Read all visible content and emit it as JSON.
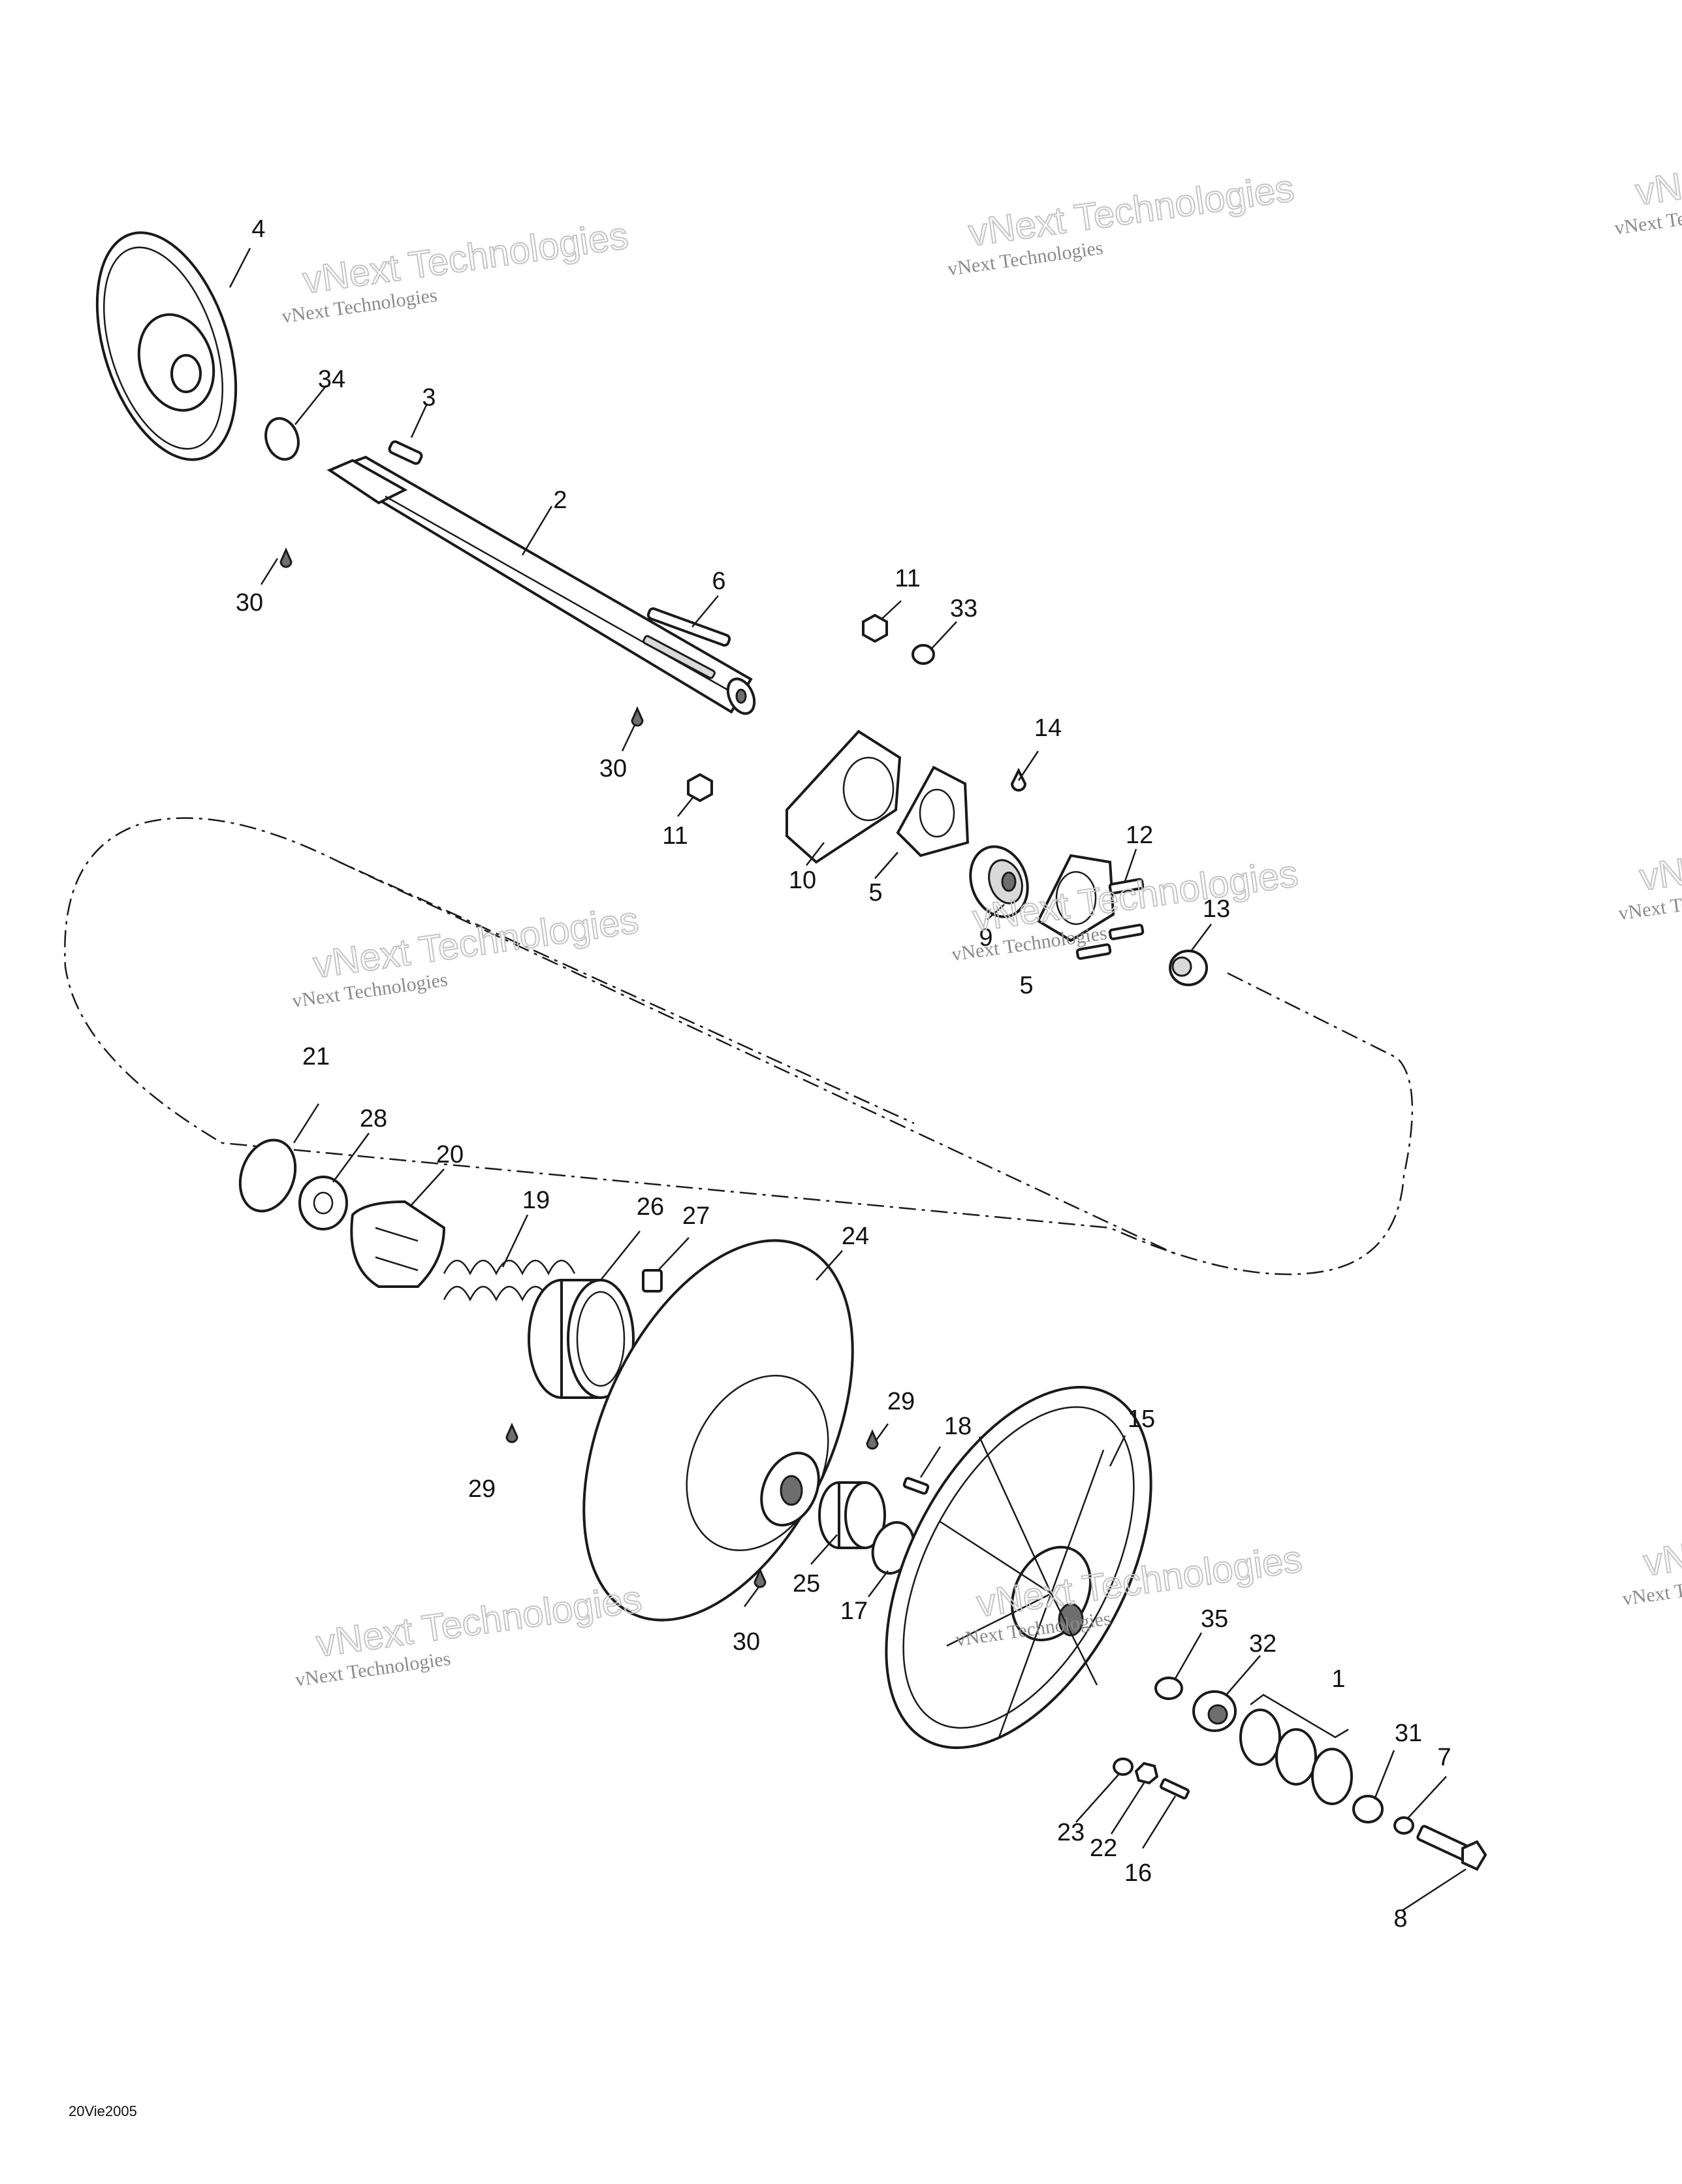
{
  "watermark": {
    "line1": "vNext Technologies",
    "line2": "vNext\nTechnologies"
  },
  "document_code": "20Vie2005",
  "callouts": [
    {
      "id": "c4",
      "text": "4"
    },
    {
      "id": "c34",
      "text": "34"
    },
    {
      "id": "c3",
      "text": "3"
    },
    {
      "id": "c2",
      "text": "2"
    },
    {
      "id": "c30a",
      "text": "30"
    },
    {
      "id": "c6",
      "text": "6"
    },
    {
      "id": "c11a",
      "text": "11"
    },
    {
      "id": "c33",
      "text": "33"
    },
    {
      "id": "c30b",
      "text": "30"
    },
    {
      "id": "c14",
      "text": "14"
    },
    {
      "id": "c11b",
      "text": "11"
    },
    {
      "id": "c10",
      "text": "10"
    },
    {
      "id": "c5a",
      "text": "5"
    },
    {
      "id": "c12",
      "text": "12"
    },
    {
      "id": "c9",
      "text": "9"
    },
    {
      "id": "c13",
      "text": "13"
    },
    {
      "id": "c5b",
      "text": "5"
    },
    {
      "id": "c21",
      "text": "21"
    },
    {
      "id": "c28",
      "text": "28"
    },
    {
      "id": "c20",
      "text": "20"
    },
    {
      "id": "c19",
      "text": "19"
    },
    {
      "id": "c26",
      "text": "26"
    },
    {
      "id": "c27",
      "text": "27"
    },
    {
      "id": "c24",
      "text": "24"
    },
    {
      "id": "c29a",
      "text": "29"
    },
    {
      "id": "c29b",
      "text": "29"
    },
    {
      "id": "c18",
      "text": "18"
    },
    {
      "id": "c15",
      "text": "15"
    },
    {
      "id": "c25",
      "text": "25"
    },
    {
      "id": "c17",
      "text": "17"
    },
    {
      "id": "c30c",
      "text": "30"
    },
    {
      "id": "c35",
      "text": "35"
    },
    {
      "id": "c32",
      "text": "32"
    },
    {
      "id": "c1",
      "text": "1"
    },
    {
      "id": "c31",
      "text": "31"
    },
    {
      "id": "c7",
      "text": "7"
    },
    {
      "id": "c23",
      "text": "23"
    },
    {
      "id": "c22",
      "text": "22"
    },
    {
      "id": "c16",
      "text": "16"
    },
    {
      "id": "c8",
      "text": "8"
    }
  ]
}
